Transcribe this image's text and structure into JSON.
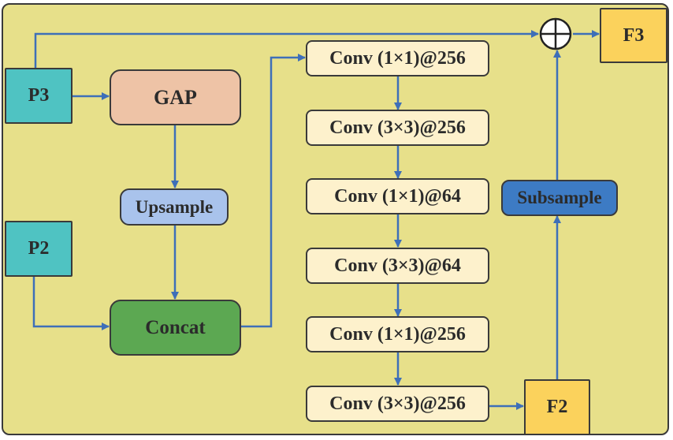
{
  "nodes": {
    "p3": "P3",
    "p2": "P2",
    "gap": "GAP",
    "upsample": "Upsample",
    "concat": "Concat",
    "conv1": "Conv (1×1)@256",
    "conv2": "Conv (3×3)@256",
    "conv3": "Conv (1×1)@64",
    "conv4": "Conv (3×3)@64",
    "conv5": "Conv (1×1)@256",
    "conv6": "Conv (3×3)@256",
    "subsample": "Subsample",
    "f2": "F2",
    "f3": "F3"
  },
  "colors": {
    "background": "#e7e08a",
    "arrow": "#3e6fb8",
    "p_nodes": "#4fc3c2",
    "gap": "#eec3a6",
    "upsample": "#a9c3ec",
    "concat": "#5ca852",
    "conv": "#fdf1cc",
    "subsample": "#3d7bc4",
    "f_nodes": "#fbd25c"
  },
  "add_operator_icon": "circle-plus-icon"
}
